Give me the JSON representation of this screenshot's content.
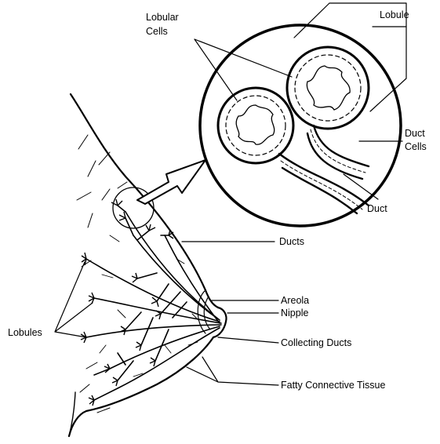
{
  "labels": {
    "lobular_cells": [
      "Lobular",
      "Cells"
    ],
    "lobule": "Lobule",
    "duct_cells": [
      "Duct",
      "Cells"
    ],
    "duct": "Duct",
    "ducts": "Ducts",
    "areola": "Areola",
    "nipple": "Nipple",
    "lobules": "Lobules",
    "collecting_ducts": "Collecting Ducts",
    "fatty_connective_tissue": "Fatty Connective Tissue"
  },
  "colors": {
    "ink": "#000000",
    "paper": "#ffffff"
  }
}
